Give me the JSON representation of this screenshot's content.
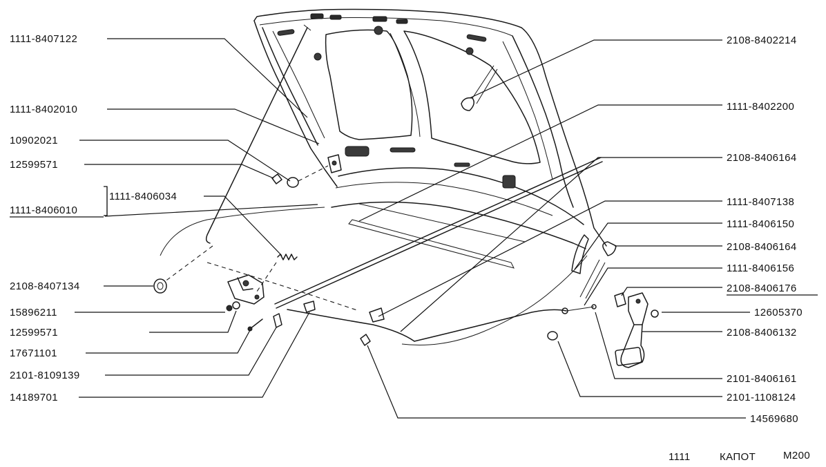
{
  "parts": {
    "p1111_8407122": "1111-8407122",
    "p1111_8402010": "1111-8402010",
    "p10902021": "10902021",
    "p12599571_top": "12599571",
    "p1111_8406034": "1111-8406034",
    "p1111_8406010": "1111-8406010",
    "p2108_8407134": "2108-8407134",
    "p15896211": "15896211",
    "p12599571_bottom": "12599571",
    "p17671101": "17671101",
    "p2101_8109139": "2101-8109139",
    "p14189701": "14189701",
    "p2108_8402214": "2108-8402214",
    "p1111_8402200": "1111-8402200",
    "p2108_8406164_a": "2108-8406164",
    "p1111_8407138": "1111-8407138",
    "p1111_8406150": "1111-8406150",
    "p2108_8406164_b": "2108-8406164",
    "p1111_8406156": "1111-8406156",
    "p2108_8406176": "2108-8406176",
    "p12605370": "12605370",
    "p2108_8406132": "2108-8406132",
    "p2101_8406161": "2101-8406161",
    "p2101_1108124": "2101-1108124",
    "p14569680": "14569680"
  },
  "footer": {
    "model": "1111",
    "title": "КАПОТ",
    "page": "М200"
  }
}
